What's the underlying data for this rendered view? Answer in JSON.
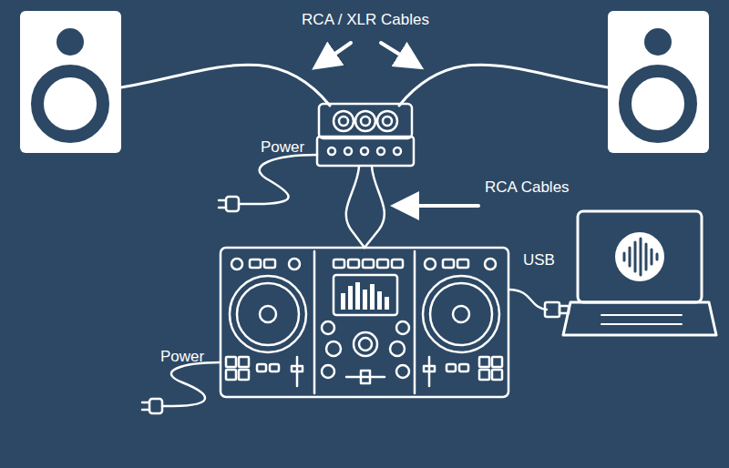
{
  "diagram": {
    "labels": [
      "RCA / XLR Cables",
      "Power",
      "RCA Cables",
      "USB",
      "Power"
    ]
  }
}
